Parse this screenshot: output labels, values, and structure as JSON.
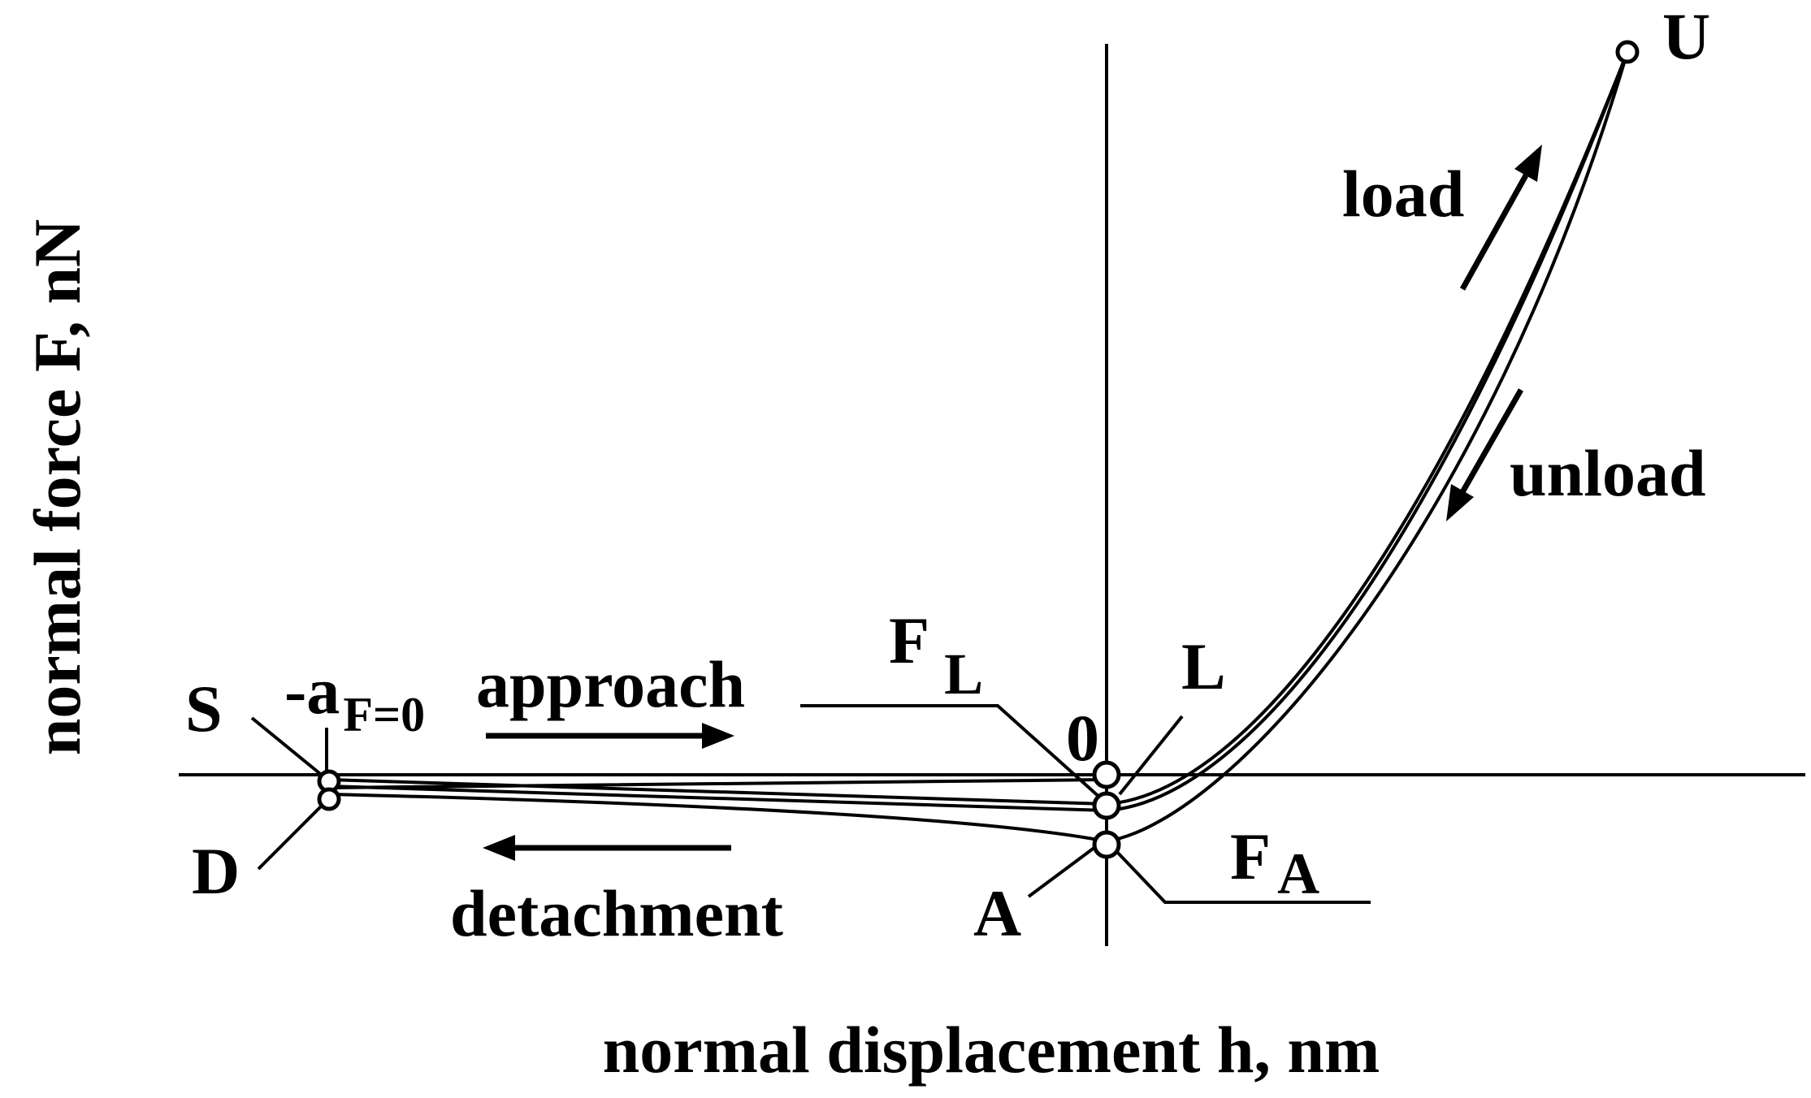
{
  "axes": {
    "x_label": "normal displacement h, nm",
    "y_label": "normal force F, nN"
  },
  "points": {
    "S": "S",
    "D": "D",
    "origin": "0",
    "L": "L",
    "A": "A",
    "U": "U",
    "a_main": "-a",
    "a_sub": "F=0",
    "FL_main": "F",
    "FL_sub": "L",
    "FA_main": "F",
    "FA_sub": "A"
  },
  "arrows": {
    "approach": "approach",
    "detachment": "detachment",
    "load": "load",
    "unload": "unload"
  }
}
